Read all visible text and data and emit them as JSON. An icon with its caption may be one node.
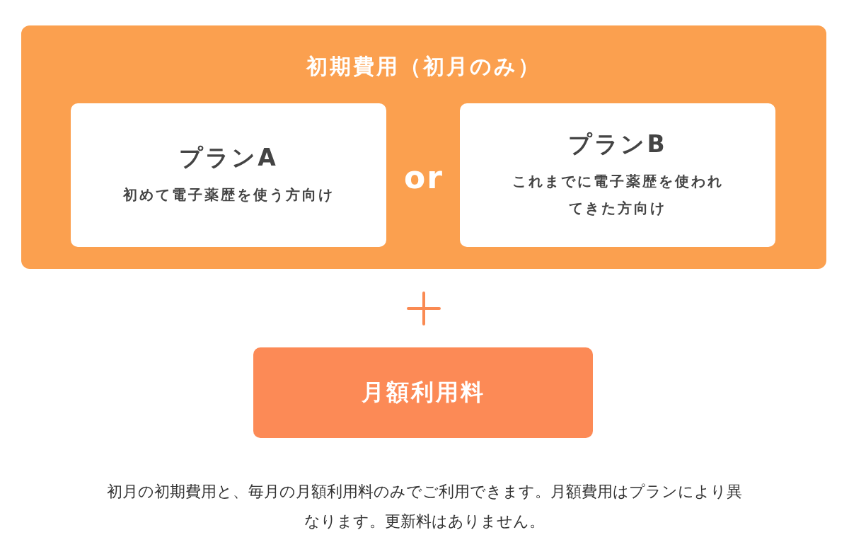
{
  "diagram": {
    "caption": "初月の初期費用と、毎月の月額利用料のみでご利用できます。月額費用はプランにより異なります。更新料はありません。",
    "nodes": [
      {
        "text": [
          "初期費用（初月のみ）"
        ]
      },
      {
        "text": [
          "プランA",
          "初めて電子薬歴を使う方向け"
        ],
        "in": 0
      },
      {
        "text": [
          "プランB",
          "これまでに電子薬歴を使われてきた方向け"
        ],
        "in": 0
      },
      {
        "text": [
          "月額利用料"
        ]
      }
    ],
    "labels": [
      "or"
    ]
  }
}
